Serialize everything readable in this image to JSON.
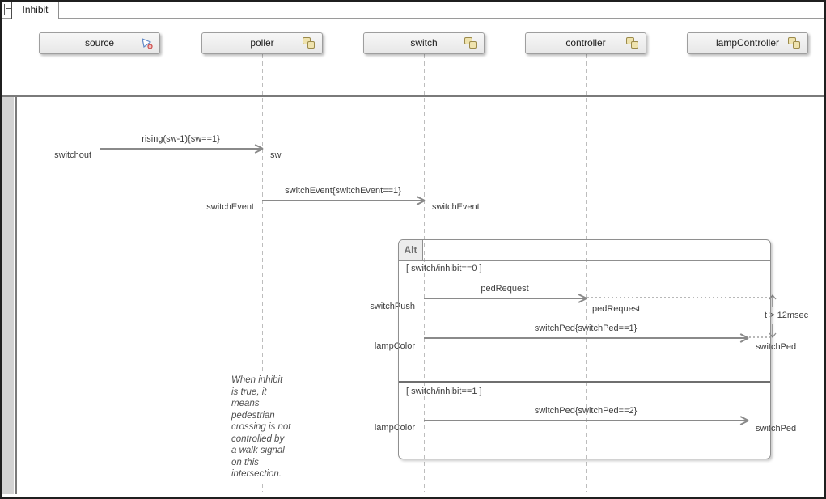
{
  "tab": {
    "title": "Inhibit"
  },
  "lifelines": [
    {
      "name": "source",
      "icon": "source-block-icon"
    },
    {
      "name": "poller",
      "icon": "chart-icon"
    },
    {
      "name": "switch",
      "icon": "chart-icon"
    },
    {
      "name": "controller",
      "icon": "chart-icon"
    },
    {
      "name": "lampController",
      "icon": "chart-icon"
    }
  ],
  "messages": [
    {
      "from": "source",
      "to": "poller",
      "label": "rising(sw-1){sw==1}",
      "sender_event": "switchout",
      "receiver_event": "sw"
    },
    {
      "from": "poller",
      "to": "switch",
      "label": "switchEvent{switchEvent==1}",
      "sender_event": "switchEvent",
      "receiver_event": "switchEvent"
    },
    {
      "from": "switch",
      "to": "controller",
      "label": "pedRequest",
      "sender_event": "switchPush",
      "receiver_event": "pedRequest"
    },
    {
      "from": "switch",
      "to": "lampController",
      "label": "switchPed{switchPed==1}",
      "sender_event": "lampColor",
      "receiver_event": "switchPed"
    },
    {
      "from": "switch",
      "to": "lampController",
      "label": "switchPed{switchPed==2}",
      "sender_event": "lampColor",
      "receiver_event": "switchPed"
    }
  ],
  "fragment": {
    "operator": "Alt",
    "guards": [
      "[ switch/inhibit==0 ]",
      "[ switch/inhibit==1 ]"
    ]
  },
  "duration_constraint": {
    "label": "t > 12msec"
  },
  "note": {
    "text": "When inhibit\nis true, it\nmeans\npedestrian\ncrossing is not\ncontrolled by\na walk signal\non this\nintersection."
  },
  "colors": {
    "message_line": "#8a8a8a",
    "lifeline_dash": "#bdbdbd",
    "fragment_border": "#8f8f8f",
    "chart_icon_fill": "#efe3ae",
    "chart_icon_border": "#9b8a4a",
    "source_icon_blue": "#6189c7",
    "source_icon_red": "#cc4b4b",
    "gutter_gray": "#d3d3d3"
  }
}
